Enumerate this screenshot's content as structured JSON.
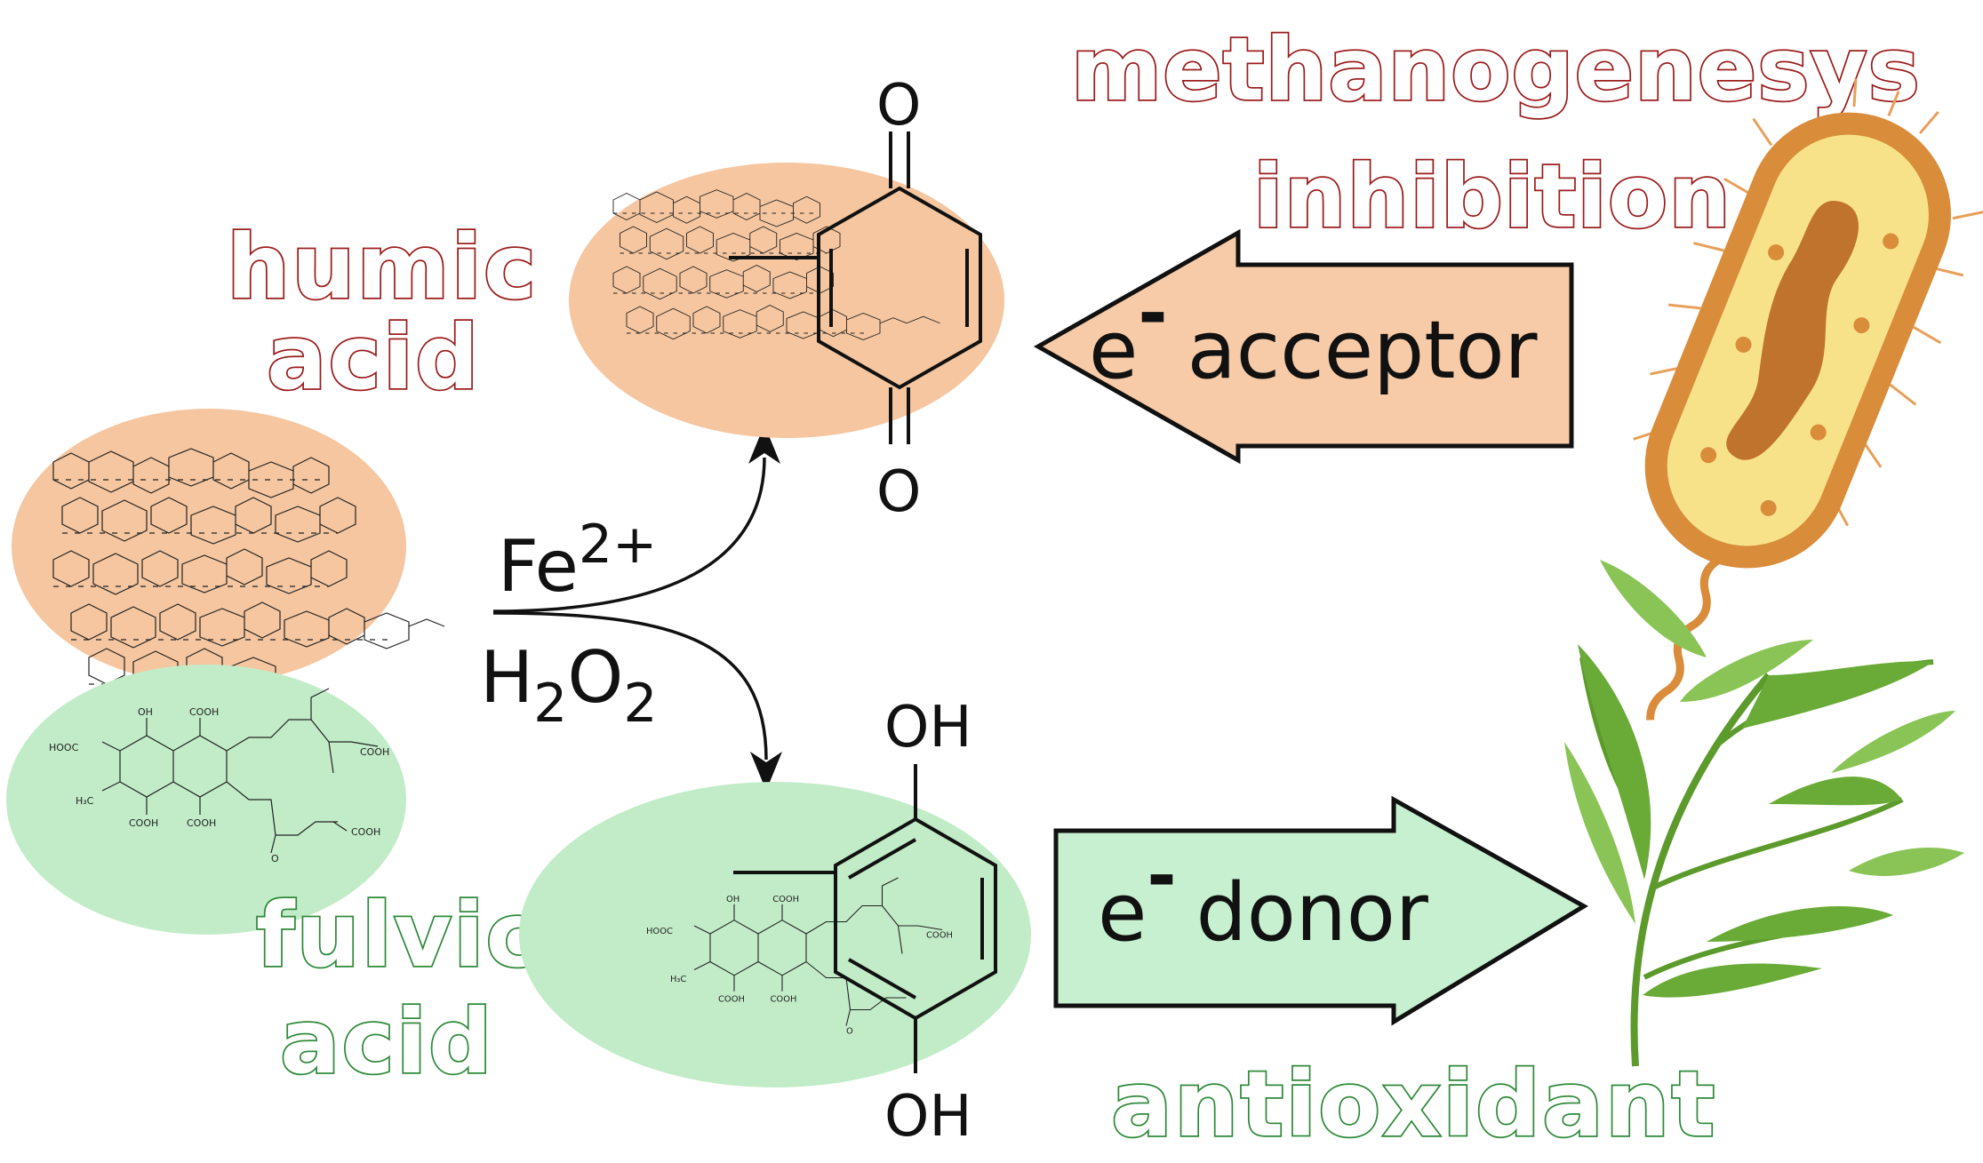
{
  "labels": {
    "humic_line1": "humic",
    "humic_line2": "acid",
    "fulvic_line1": "fulvic",
    "fulvic_line2": "acid",
    "methano_line1": "methanogenesys",
    "methano_line2": "inhibition",
    "antioxidant": "antioxidant",
    "acceptor_e": "e",
    "acceptor_sup": "-",
    "acceptor_word": "acceptor",
    "donor_e": "e",
    "donor_sup": "-",
    "donor_word": "donor",
    "fe": "Fe",
    "fe_sup": "2+",
    "h": "H",
    "h_sub": "2",
    "o": "O",
    "o_sub": "2",
    "quinone_top_o": "O",
    "quinone_bottom_o": "O",
    "oh_top": "OH",
    "oh_bottom": "OH"
  },
  "colors": {
    "humic_fill": "#f5c6a0",
    "fulvic_fill": "#c2ecc8",
    "red_text": "#9b1c1c",
    "green_text": "#2f8a3a",
    "arrow_acceptor": "#f8cba8",
    "arrow_donor": "#c6f0cf"
  }
}
